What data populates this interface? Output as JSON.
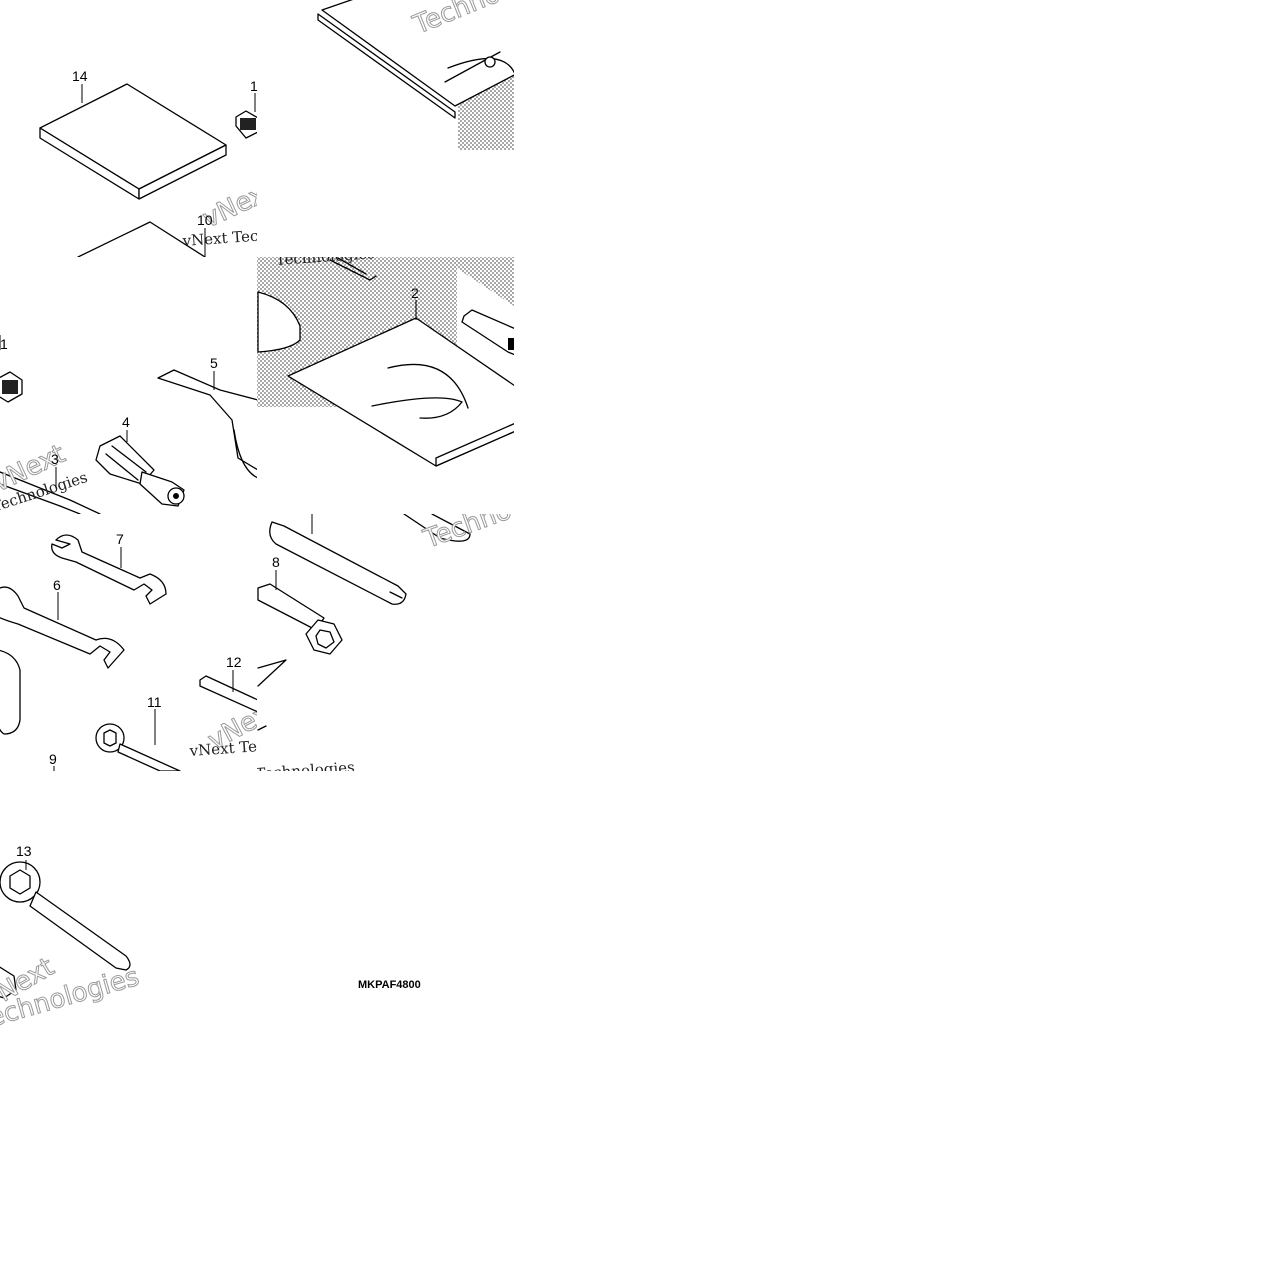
{
  "callouts": {
    "c1": "1",
    "c2": "2",
    "c3": "3",
    "c4": "4",
    "c5": "5",
    "c6": "6",
    "c7": "7",
    "c8": "8",
    "c9": "9",
    "c10": "10",
    "c11": "11",
    "c12": "12",
    "c13": "13",
    "c14": "14"
  },
  "diagram_code": "MKPAF4800",
  "watermark": {
    "brand": "vNext",
    "word": "Technologies",
    "full": "vNext Technologies"
  }
}
